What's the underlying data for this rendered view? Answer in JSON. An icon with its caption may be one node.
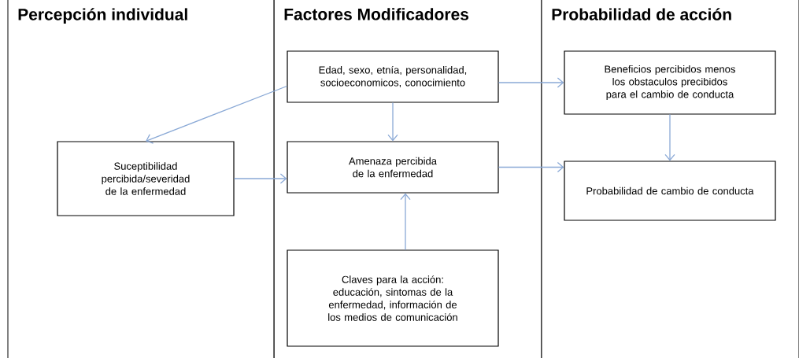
{
  "diagram": {
    "nodes": [
      {
        "text": [
          "Percepción individual"
        ]
      },
      {
        "text": [
          "Factores Modificadores"
        ]
      },
      {
        "text": [
          "Probabilidad de acción"
        ]
      },
      {
        "text": [
          "Edad, sexo, etnía, personalidad, socioeconomicos, conocimiento"
        ],
        "in": 1
      },
      {
        "text": [
          "Beneficios percibidos menos los obstaculos precibidos para el cambio de conducta"
        ],
        "in": 2
      },
      {
        "text": [
          "Suceptibilidad percibida/severidad de la enfermedad"
        ],
        "in": 0
      },
      {
        "text": [
          "Amenaza percibida de la enfermedad"
        ],
        "in": 1
      },
      {
        "text": [
          "Probabilidad de cambio de conducta"
        ],
        "in": 2
      },
      {
        "text": [
          "Claves para la acción: educación, sintomas de la enfermedad, información de los medios de comunicación"
        ],
        "in": 1
      }
    ],
    "edges": [
      {
        "from": 3,
        "to": 5,
        "arrow": "to"
      },
      {
        "from": 3,
        "to": 4,
        "arrow": "to"
      },
      {
        "from": 3,
        "to": 6,
        "arrow": "to"
      },
      {
        "from": 5,
        "to": 6,
        "arrow": "to"
      },
      {
        "from": 6,
        "to": 7,
        "arrow": "to"
      },
      {
        "from": 4,
        "to": 7,
        "arrow": "to"
      },
      {
        "from": 8,
        "to": 6,
        "arrow": "to"
      }
    ]
  }
}
